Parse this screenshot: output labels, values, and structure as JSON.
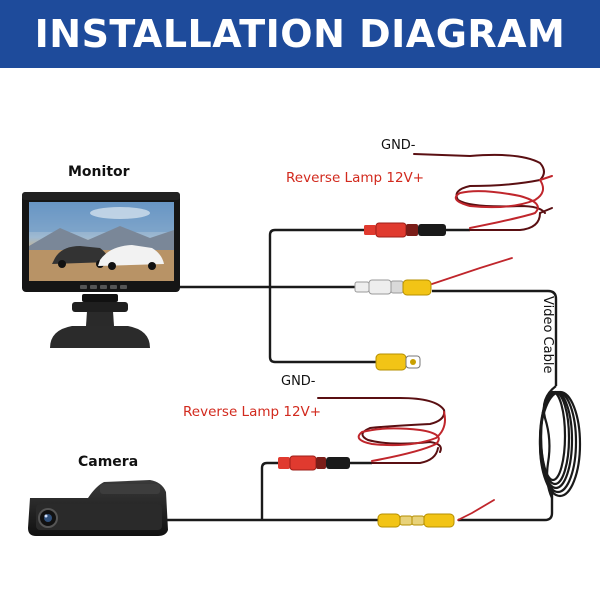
{
  "header": {
    "title": "INSTALLATION DIAGRAM",
    "bg_color": "#1e4b9b",
    "text_color": "#ffffff"
  },
  "labels": {
    "monitor": "Monitor",
    "camera": "Camera",
    "video_cable": "Video Cable",
    "upper_gnd": "GND-",
    "upper_reverse_lamp": "Reverse Lamp 12V+",
    "lower_gnd": "GND-",
    "lower_reverse_lamp": "Reverse Lamp 12V+"
  },
  "colors": {
    "wire": "#1a1a1a",
    "red_wire": "#c0262c",
    "dark_red_wire": "#5a0f12",
    "connector_red": "#e03a2f",
    "connector_yellow": "#f2c416",
    "connector_white": "#eeeeee",
    "label_red": "#d22a1e"
  },
  "icons": {
    "monitor": "monitor-icon",
    "camera": "camera-icon",
    "coil": "cable-coil-icon"
  }
}
